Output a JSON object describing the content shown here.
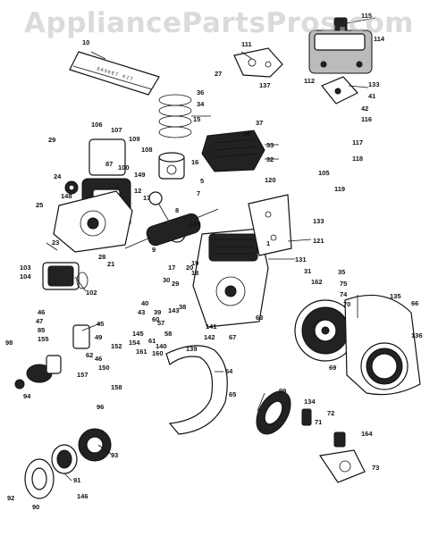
{
  "watermark": "AppliancePartsPros.com",
  "gasket_text": "GASKET KIT",
  "callouts": [
    "115",
    "10",
    "111",
    "114",
    "27",
    "137",
    "112",
    "133",
    "36",
    "41",
    "34",
    "42",
    "15",
    "37",
    "116",
    "106",
    "107",
    "38",
    "109",
    "29",
    "87",
    "108",
    "117",
    "100",
    "149",
    "16",
    "33",
    "32",
    "118",
    "24",
    "17",
    "5",
    "105",
    "119",
    "148",
    "120",
    "12",
    "7",
    "25",
    "8",
    "23",
    "129",
    "133",
    "28",
    "9",
    "121",
    "1",
    "131",
    "21",
    "103",
    "104",
    "102",
    "35",
    "31",
    "162",
    "75",
    "74",
    "135",
    "17",
    "20",
    "19",
    "18",
    "30",
    "29",
    "40",
    "43",
    "39",
    "38",
    "143",
    "66",
    "70",
    "46",
    "45",
    "155",
    "57",
    "58",
    "60",
    "141",
    "139",
    "142",
    "64",
    "47",
    "98",
    "85",
    "49",
    "63",
    "136",
    "67",
    "152",
    "154",
    "161",
    "150",
    "145",
    "69",
    "61",
    "46",
    "164",
    "160",
    "62",
    "157",
    "158",
    "96",
    "99",
    "134",
    "65",
    "71",
    "72",
    "140",
    "73",
    "94",
    "93",
    "91",
    "92",
    "90",
    "146"
  ]
}
